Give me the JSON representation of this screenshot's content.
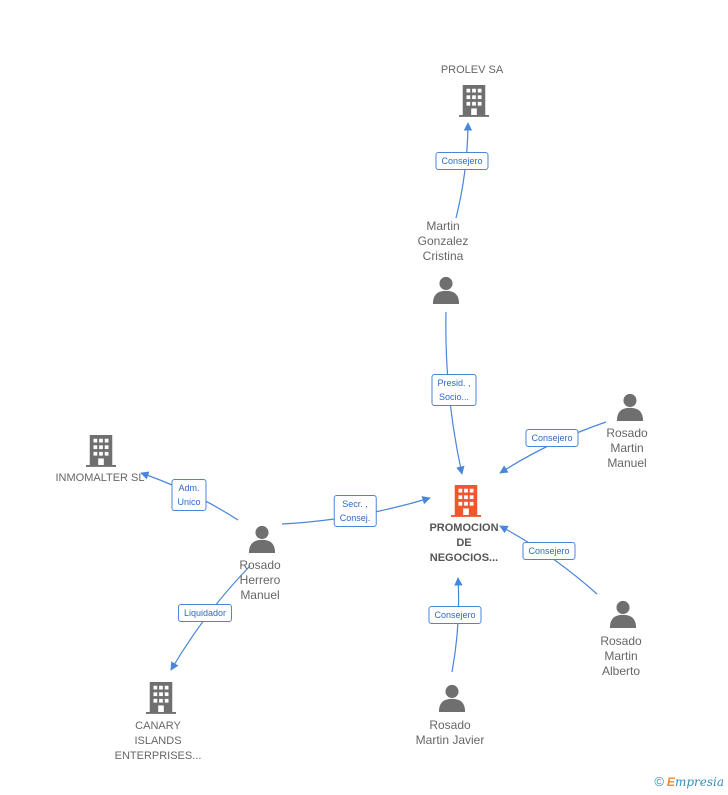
{
  "colors": {
    "edge": "#4a86d8",
    "node_gray": "#6f6f6f",
    "focal_orange": "#f0582a",
    "label_gray": "#666666"
  },
  "nodes": [
    {
      "id": "prolev",
      "type": "company",
      "label": "PROLEV SA",
      "icon": "building-icon"
    },
    {
      "id": "martin-gonzalez",
      "type": "person",
      "label": "Martin\nGonzalez\nCristina",
      "icon": "person-icon"
    },
    {
      "id": "promocion",
      "type": "company-focal",
      "label": "PROMOCION\nDE\nNEGOCIOS...",
      "icon": "building-icon"
    },
    {
      "id": "rosado-martin-manuel",
      "type": "person",
      "label": "Rosado\nMartin\nManuel",
      "icon": "person-icon"
    },
    {
      "id": "inmomalter",
      "type": "company",
      "label": "INMOMALTER SL",
      "icon": "building-icon"
    },
    {
      "id": "rosado-herrero",
      "type": "person",
      "label": "Rosado\nHerrero\nManuel",
      "icon": "person-icon"
    },
    {
      "id": "canary",
      "type": "company",
      "label": "CANARY\nISLANDS\nENTERPRISES...",
      "icon": "building-icon"
    },
    {
      "id": "rosado-martin-alberto",
      "type": "person",
      "label": "Rosado\nMartin\nAlberto",
      "icon": "person-icon"
    },
    {
      "id": "rosado-martin-javier",
      "type": "person",
      "label": "Rosado\nMartin Javier",
      "icon": "person-icon"
    }
  ],
  "edges": [
    {
      "from": "martin-gonzalez",
      "to": "prolev",
      "label": "Consejero"
    },
    {
      "from": "martin-gonzalez",
      "to": "promocion",
      "label": "Presid. ,\nSocio..."
    },
    {
      "from": "rosado-martin-manuel",
      "to": "promocion",
      "label": "Consejero"
    },
    {
      "from": "rosado-herrero",
      "to": "inmomalter",
      "label": "Adm.\nUnico"
    },
    {
      "from": "rosado-herrero",
      "to": "promocion",
      "label": "Secr. ,\nConsej."
    },
    {
      "from": "rosado-herrero",
      "to": "canary",
      "label": "Liquidador"
    },
    {
      "from": "rosado-martin-alberto",
      "to": "promocion",
      "label": "Consejero"
    },
    {
      "from": "rosado-martin-javier",
      "to": "promocion",
      "label": "Consejero"
    }
  ],
  "footer": {
    "copyright": "©",
    "brand_first": "E",
    "brand_rest": "mpresia"
  }
}
